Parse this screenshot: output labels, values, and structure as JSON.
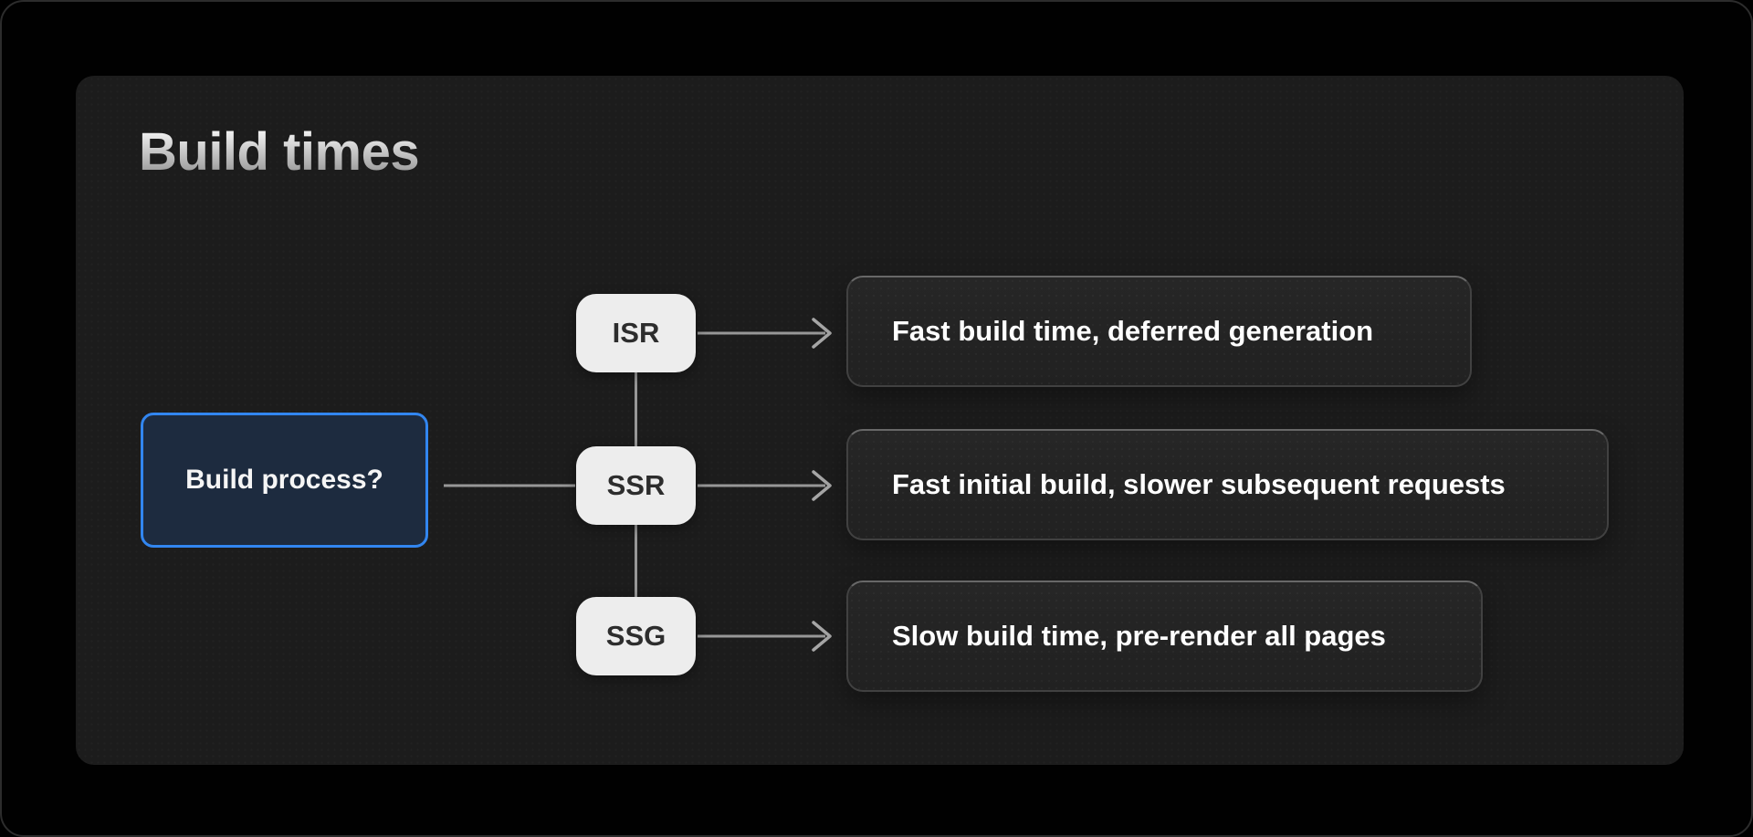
{
  "page": {
    "title": "Build times"
  },
  "colors": {
    "accent-blue": "#3286f0",
    "root-bg": "#1d2b3f",
    "mid-bg": "#ededed",
    "panel-bg": "#1c1c1c",
    "line-gray": "#979797"
  },
  "diagram": {
    "root": {
      "label": "Build process?"
    },
    "branches": [
      {
        "label": "ISR",
        "outcome": "Fast build time, deferred generation"
      },
      {
        "label": "SSR",
        "outcome": "Fast initial build, slower subsequent requests"
      },
      {
        "label": "SSG",
        "outcome": "Slow build time, pre-render all pages"
      }
    ]
  }
}
